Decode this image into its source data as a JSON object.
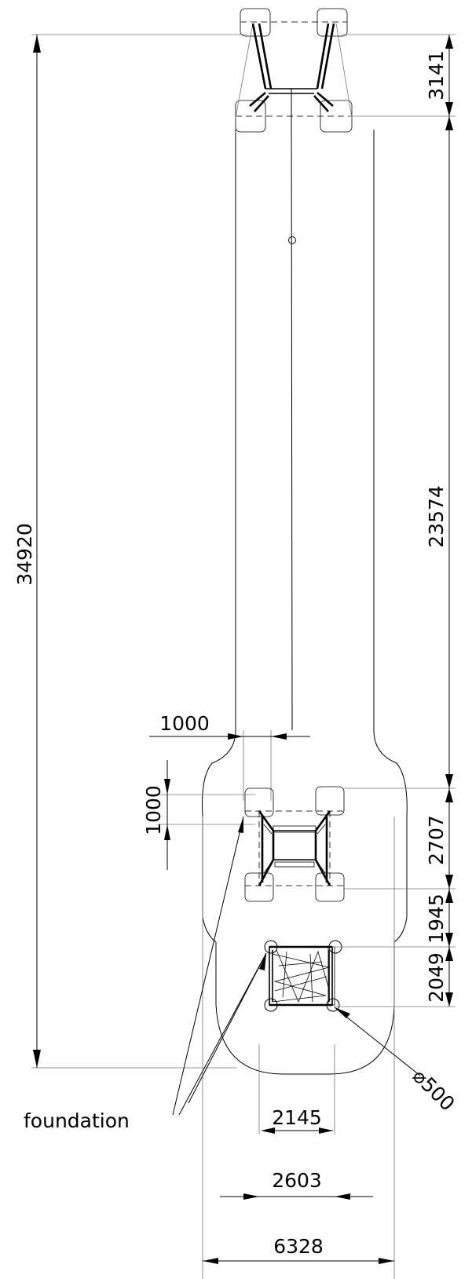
{
  "drawing": {
    "dimensions": {
      "total_height": "34920",
      "top_section": "3141",
      "mid_section": "23574",
      "lower_section": "2707",
      "gap_section": "1945",
      "bottom_section": "2049",
      "pad_width": "1000",
      "pad_height": "1000",
      "inner_width": "2145",
      "outer_width": "2603",
      "total_width": "6328",
      "diameter": "⌀500"
    },
    "labels": {
      "foundation": "foundation"
    }
  }
}
